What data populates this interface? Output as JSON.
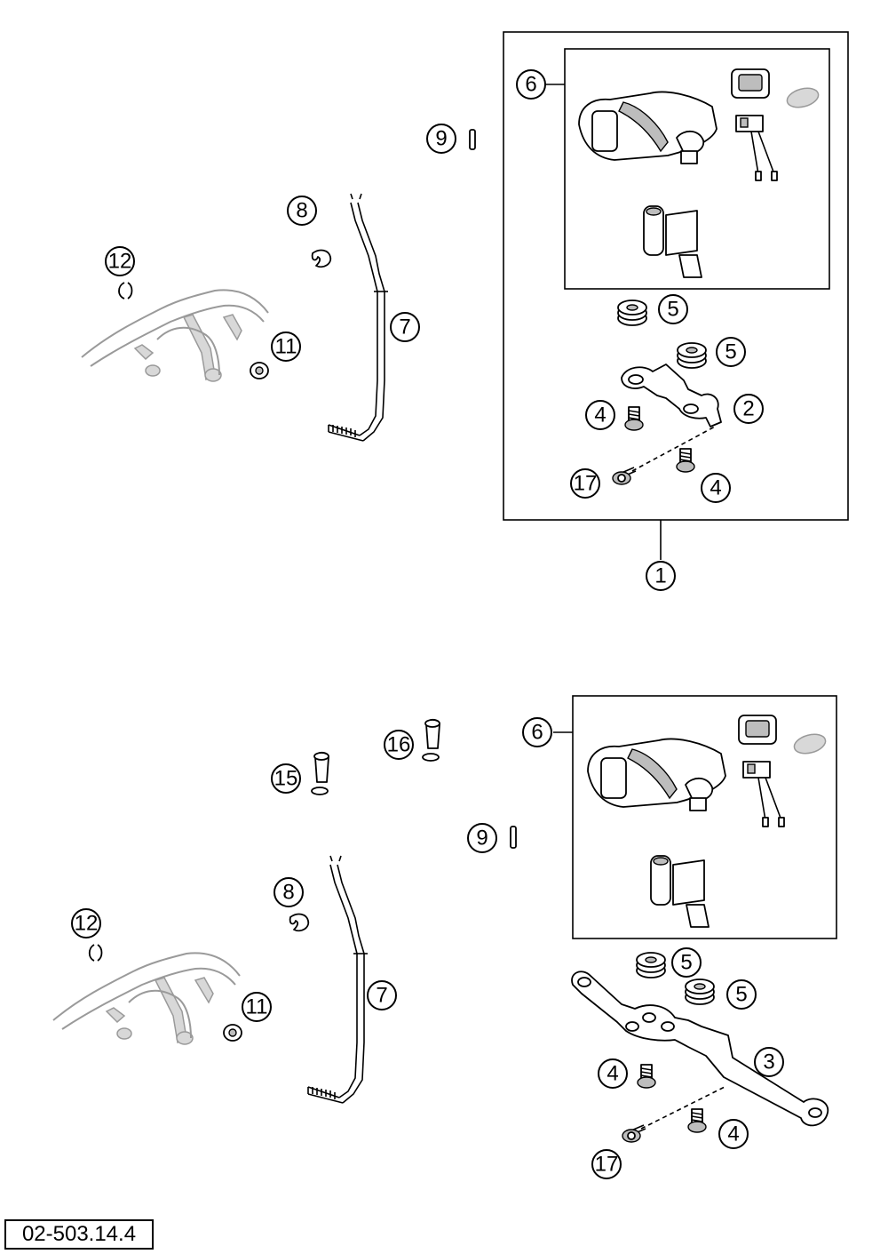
{
  "drawing_ref": "02-503.14.4",
  "callouts": {
    "c1": "1",
    "c2": "2",
    "c3": "3",
    "c4": "4",
    "c5": "5",
    "c6": "6",
    "c7": "7",
    "c8": "8",
    "c9": "9",
    "c11": "11",
    "c12": "12",
    "c15": "15",
    "c16": "16",
    "c17": "17"
  }
}
